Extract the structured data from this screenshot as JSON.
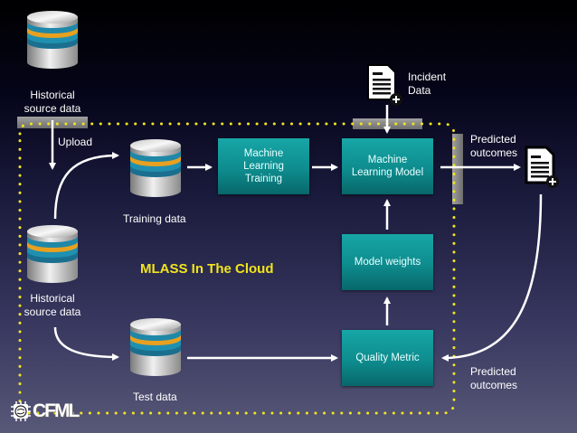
{
  "diagram": {
    "title": "MLASS In The Cloud",
    "colors": {
      "accent_yellow": "#f2e51c",
      "box_teal": "#0e8c8e",
      "arrow": "#ffffff",
      "background_top": "#000000",
      "background_bottom": "#585878"
    },
    "databases": [
      {
        "id": "db-historical-top",
        "icon": "database-icon",
        "label_line1": "Historical",
        "label_line2": "source data"
      },
      {
        "id": "db-training",
        "icon": "database-icon",
        "label": "Training data"
      },
      {
        "id": "db-historical-mid",
        "icon": "database-icon",
        "label_line1": "Historical",
        "label_line2": "source data"
      },
      {
        "id": "db-test",
        "icon": "database-icon",
        "label": "Test data"
      }
    ],
    "boxes": {
      "ml_training": {
        "line1": "Machine",
        "line2": "Learning",
        "line3": "Training"
      },
      "ml_model": {
        "line1": "Machine",
        "line2": "Learning Model"
      },
      "model_weights": {
        "label": "Model weights"
      },
      "quality_metric": {
        "label": "Quality Metric"
      }
    },
    "documents": {
      "incident": {
        "icon": "document-add-icon",
        "label_line1": "Incident",
        "label_line2": "Data"
      },
      "predicted": {
        "icon": "document-add-icon"
      }
    },
    "labels": {
      "upload": "Upload",
      "predicted_top_line1": "Predicted",
      "predicted_top_line2": "outcomes",
      "predicted_bottom_line1": "Predicted",
      "predicted_bottom_line2": "outcomes"
    },
    "logo": {
      "text": "CFML",
      "icon": "chip-brain-icon"
    }
  }
}
